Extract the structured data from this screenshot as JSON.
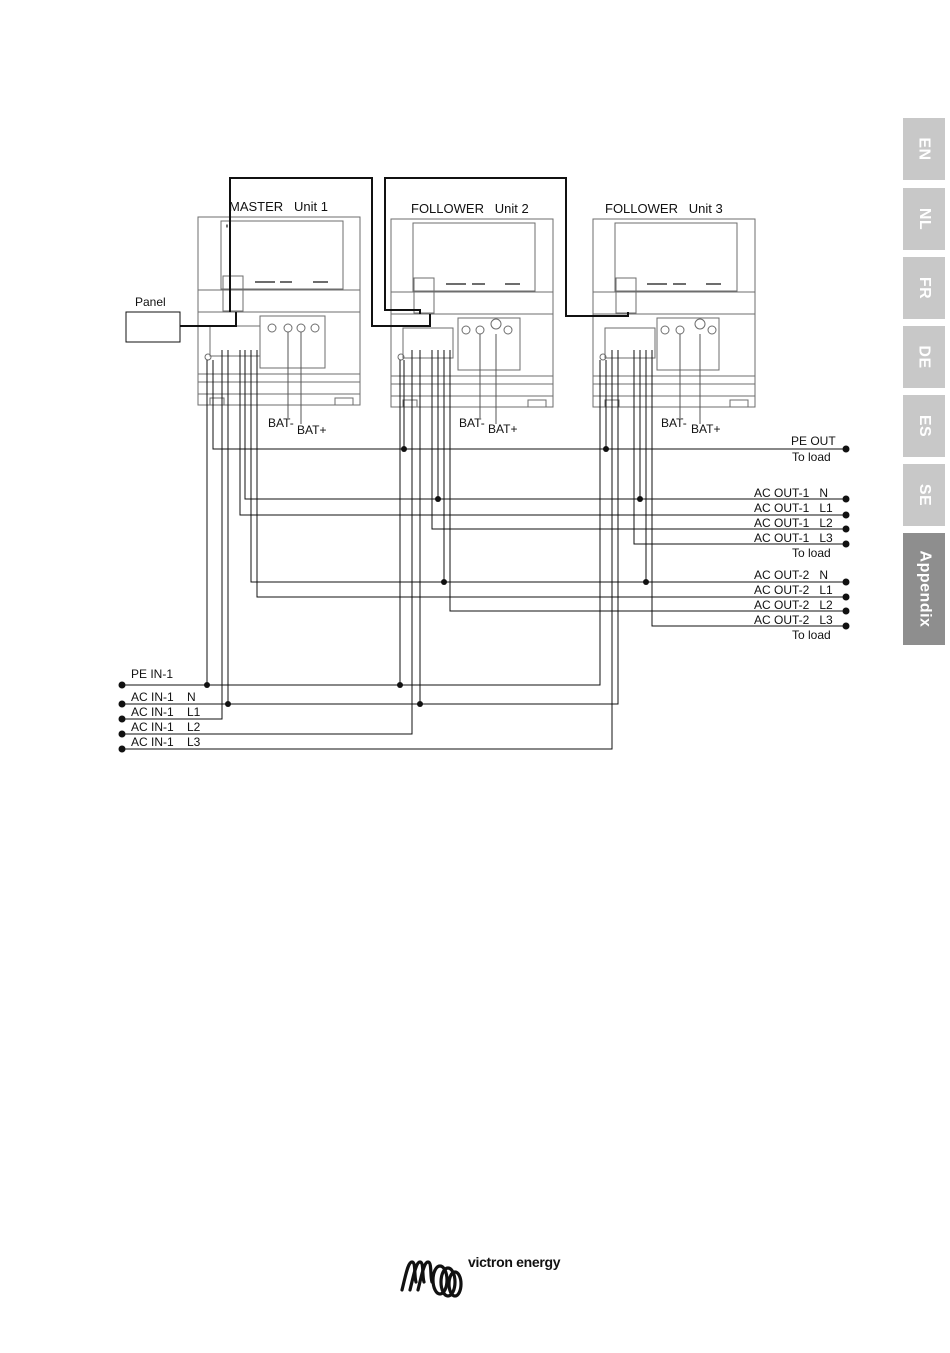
{
  "language_tabs": [
    {
      "label": "EN",
      "active": false
    },
    {
      "label": "NL",
      "active": false
    },
    {
      "label": "FR",
      "active": false
    },
    {
      "label": "DE",
      "active": false
    },
    {
      "label": "ES",
      "active": false
    },
    {
      "label": "SE",
      "active": false
    },
    {
      "label": "Appendix",
      "active": true
    }
  ],
  "units": [
    {
      "title": "MASTER   Unit 1"
    },
    {
      "title": "FOLLOWER   Unit 2"
    },
    {
      "title": "FOLLOWER   Unit 3"
    }
  ],
  "panel_label": "Panel",
  "bat_minus": "BAT-",
  "bat_plus": "BAT+",
  "outputs": [
    "PE OUT",
    "To load",
    "AC OUT-1   N",
    "AC OUT-1   L1",
    "AC OUT-1   L2",
    "AC OUT-1   L3",
    "To load",
    "AC OUT-2   N",
    "AC OUT-2   L1",
    "AC OUT-2   L2",
    "AC OUT-2   L3",
    "To load"
  ],
  "inputs": [
    "PE IN-1",
    "AC IN-1    N",
    "AC IN-1    L1",
    "AC IN-1    L2",
    "AC IN-1    L3"
  ],
  "brand": "victron energy",
  "colors": {
    "line": "#111111",
    "device": "#6d6d6d",
    "tab": "#c8c8c8",
    "tab_active": "#8e8e8e"
  }
}
